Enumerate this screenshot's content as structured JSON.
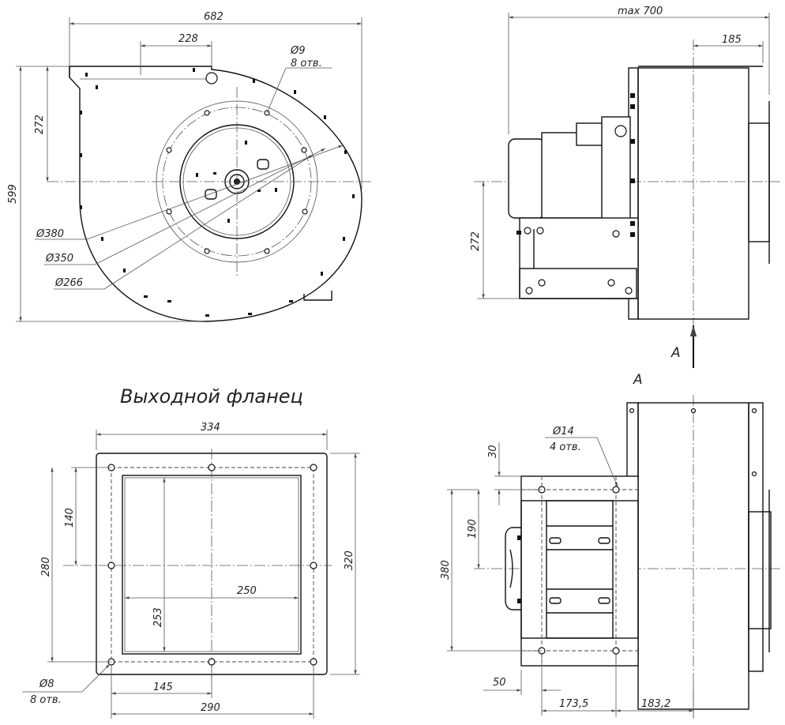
{
  "title": "Выходной фланец",
  "view_label": "A",
  "arrow_label": "A",
  "front": {
    "d_width": "682",
    "d_outlet": "228",
    "d_hole": "Ø9",
    "d_hole_count": "8 отв.",
    "d_axis": "272",
    "d_height": "599",
    "d_ring1": "Ø380",
    "d_ring2": "Ø350",
    "d_ring3": "Ø266"
  },
  "side": {
    "d_max": "max 700",
    "d_offset": "185",
    "d_axis": "272"
  },
  "flange": {
    "d_outer": "334",
    "d_inner_w": "250",
    "d_half_h": "140",
    "d_holes_h": "280",
    "d_inner_h": "253",
    "d_outer_h": "320",
    "d_half_w": "145",
    "d_holes_w": "290",
    "d_hole": "Ø8",
    "d_hole_count": "8 отв."
  },
  "viewA": {
    "d_hole": "Ø14",
    "d_hole_count": "4 отв.",
    "d_30": "30",
    "d_190": "190",
    "d_380": "380",
    "d_50": "50",
    "d_1735": "173,5",
    "d_1832": "183,2"
  }
}
